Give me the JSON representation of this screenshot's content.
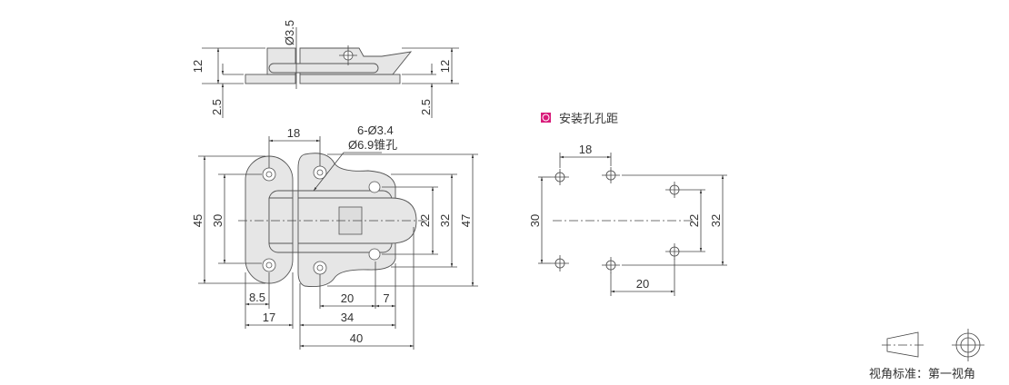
{
  "top_view": {
    "dims": {
      "height_left": "12",
      "height_right": "12",
      "plate_left": "2.5",
      "plate_right": "2.5",
      "pin_dia": "Ø3.5"
    }
  },
  "front_view": {
    "dims": {
      "hole_pitch_top": "18",
      "overall_height_left": "45",
      "hole_pitch_left": "30",
      "hole_pitch_22": "22",
      "hole_pitch_32": "32",
      "overall_height_right": "47",
      "edge_8_5": "8.5",
      "width_17": "17",
      "pitch_20": "20",
      "offset_7": "7",
      "width_34": "34",
      "width_40": "40"
    },
    "hole_note_1": "6-Ø3.4",
    "hole_note_2": "Ø6.9锥孔"
  },
  "hole_pattern": {
    "title": "安装孔孔距",
    "legend_color": "#d81b7a",
    "dims": {
      "pitch_18": "18",
      "pitch_30": "30",
      "pitch_22": "22",
      "pitch_32": "32",
      "pitch_20": "20"
    }
  },
  "projection": {
    "label": "视角标准：第一视角"
  }
}
